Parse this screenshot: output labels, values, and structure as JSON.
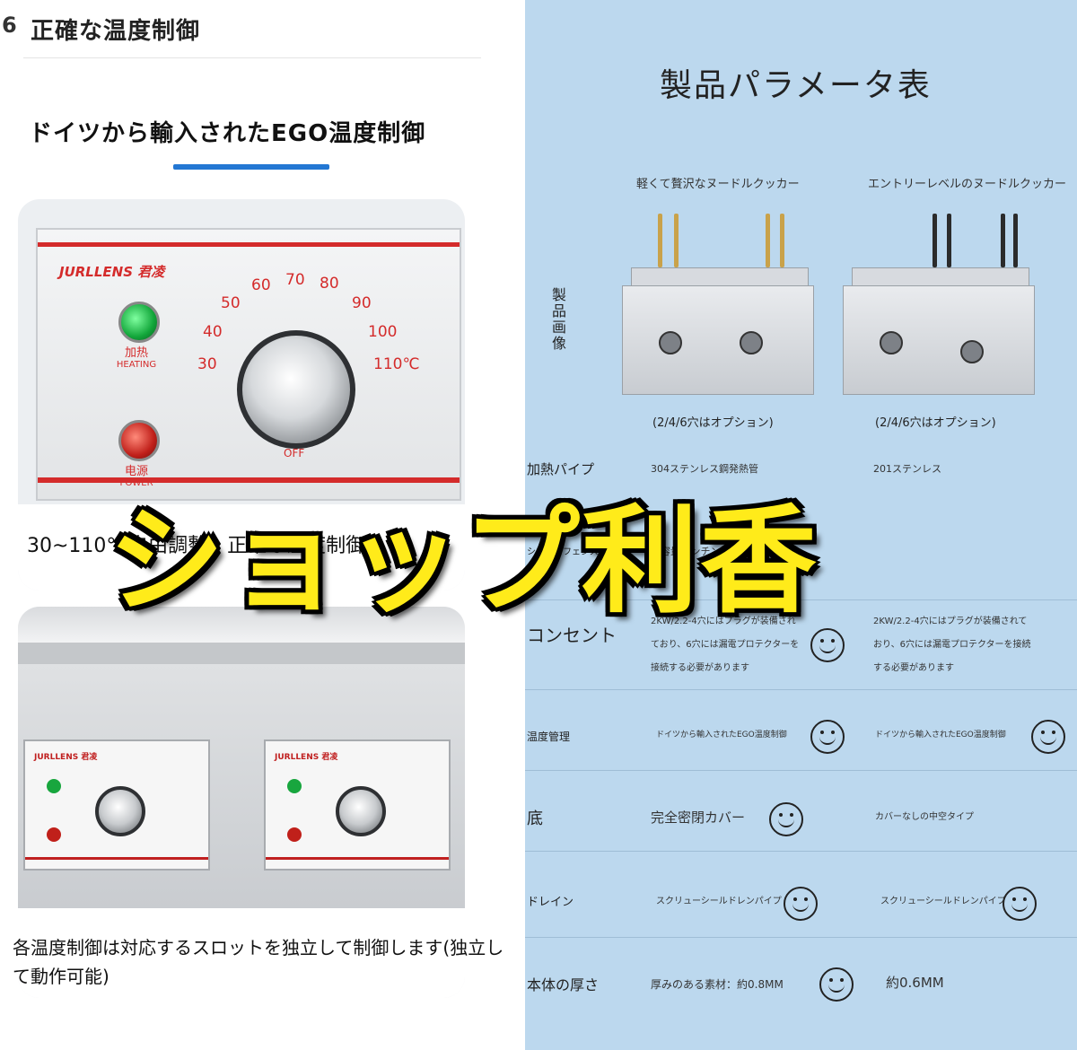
{
  "left": {
    "section_number": "6",
    "section_title": "正確な温度制御",
    "subtitle": "ドイツから輸入されたEGO温度制御",
    "panel": {
      "brand": "JURLLENS 君凌",
      "heating_label": "加热",
      "heating_label_en": "HEATING",
      "power_label": "电源",
      "power_label_en": "POWER",
      "dial_marks": [
        "30",
        "40",
        "50",
        "60",
        "70",
        "80",
        "90",
        "100",
        "110℃"
      ],
      "off_label": "OFF"
    },
    "caption1": "30~110℃自由調整、正確な温度制御",
    "caption2": "各温度制御は対応するスロットを独立して制御します(独立して動作可能)"
  },
  "right": {
    "title": "製品パラメータ表",
    "col1_head": "軽くて贅沢なヌードルクッカー",
    "col2_head": "エントリーレベルのヌードルクッカー",
    "product_label": "製品画像",
    "option_caption": "(2/4/6穴はオプション)",
    "rows": [
      {
        "label": "加熱パイプ",
        "c1": "304ステンレス鋼発熱管",
        "c2": "201ステンレス"
      },
      {
        "label": "シンクのフェンス",
        "c1": "大容量パンチングバウル",
        "c2": ""
      },
      {
        "label": "コンセント",
        "c1": "2KW/2.2-4穴にはプラグが装備されており、6穴には漏電プロテクターを接続する必要があります",
        "c2": "2KW/2.2-4穴にはプラグが装備されており、6穴には漏電プロテクターを接続する必要があります"
      },
      {
        "label": "温度管理",
        "c1": "ドイツから輸入されたEGO温度制御",
        "c2": "ドイツから輸入されたEGO温度制御"
      },
      {
        "label": "底",
        "c1": "完全密閉カバー",
        "c2": "カバーなしの中空タイプ"
      },
      {
        "label": "ドレイン",
        "c1": "スクリューシールドレンパイプ",
        "c2": "スクリューシールドレンパイプ"
      },
      {
        "label": "本体の厚さ",
        "c1": "厚みのある素材：約0.8MM",
        "c2": "約0.6MM"
      }
    ]
  },
  "watermark": "ショップ利香",
  "colors": {
    "accent_blue": "#2377d3",
    "panel_red": "#d42b2b",
    "table_bg": "#bcd8ee",
    "watermark": "#ffeb1a"
  }
}
